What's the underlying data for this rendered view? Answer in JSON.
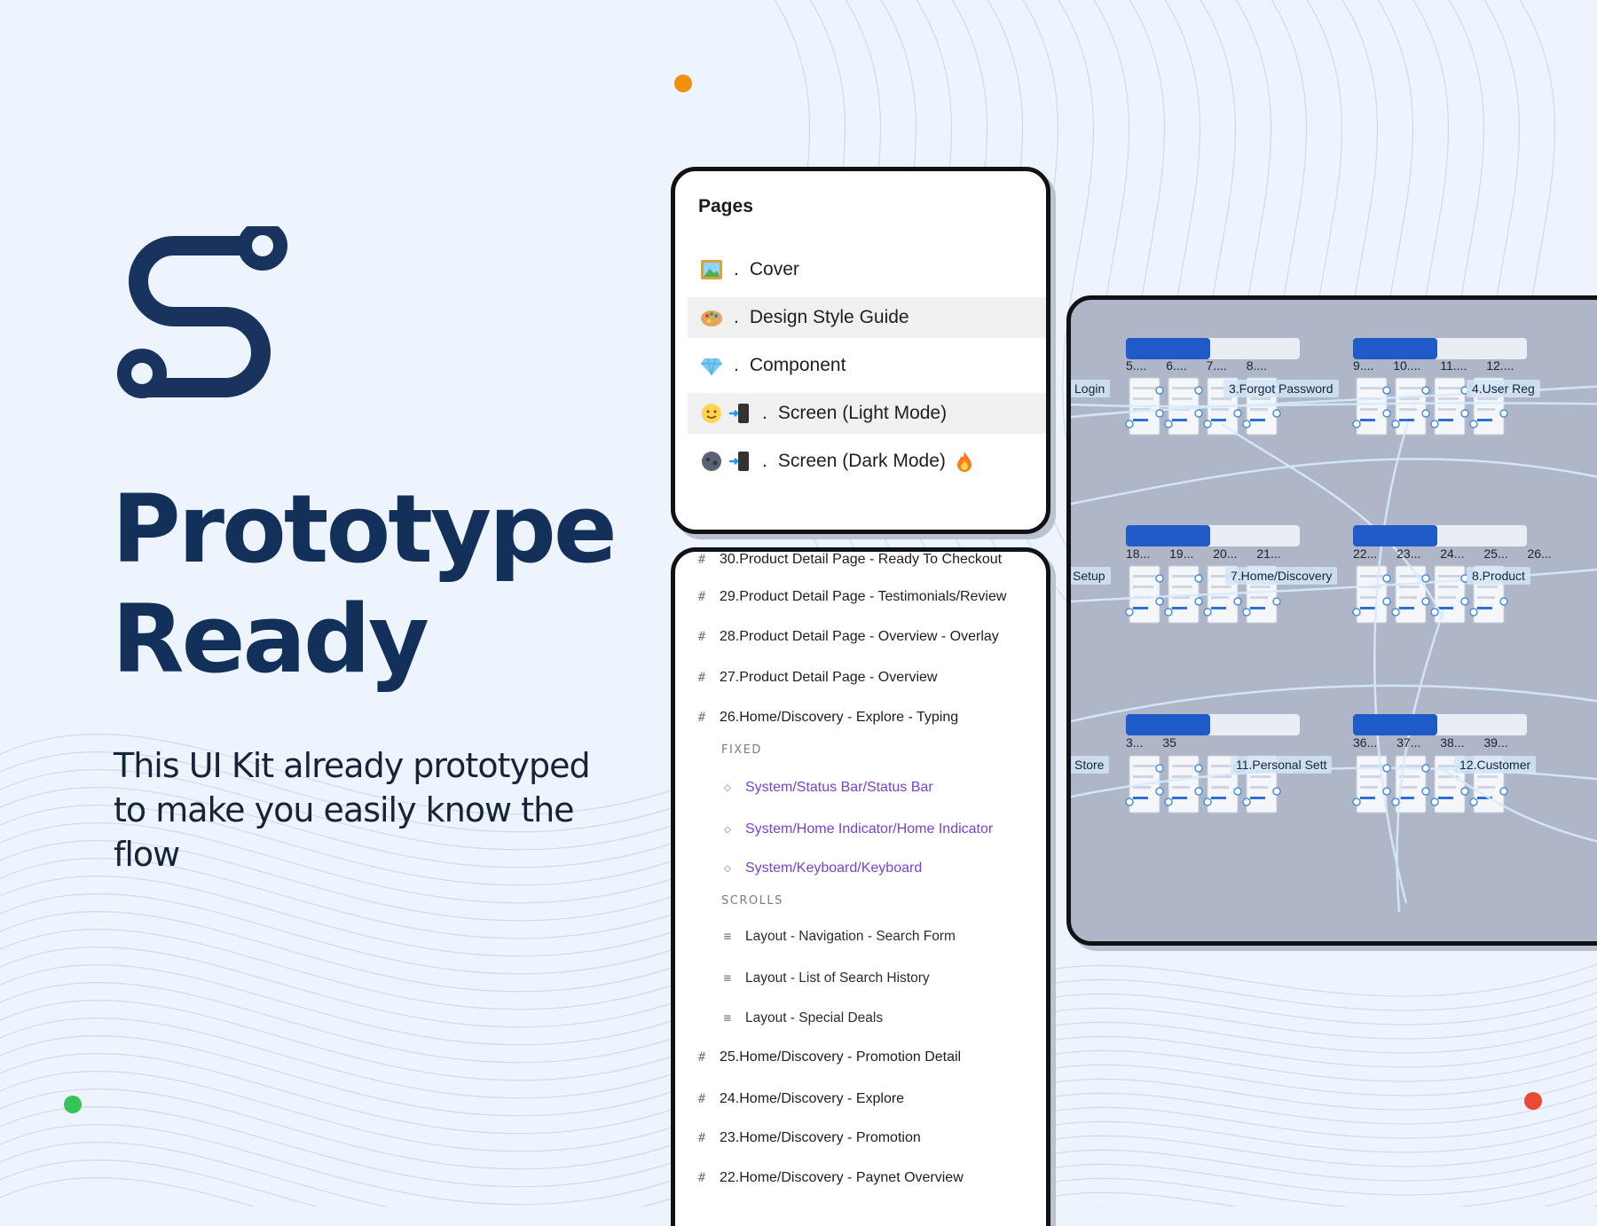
{
  "colors": {
    "background": "#eef4fb",
    "headline": "#13305a",
    "logo": "#18345e",
    "dot_orange": "#f1900f",
    "dot_green": "#37c25a",
    "dot_red": "#ea4a33",
    "component_text": "#7b3fd3",
    "canvas_bg": "#aeb6c7",
    "flow_line": "#d7ebff"
  },
  "logo": {
    "icon": "flow-path-icon"
  },
  "hero": {
    "title_line1": "Prototype",
    "title_line2": "Ready",
    "subtitle": "This UI Kit already prototyped to make you easily know the flow"
  },
  "pages_panel": {
    "title": "Pages",
    "items": [
      {
        "emoji": "framed-picture-icon",
        "label": "Cover",
        "selected": false
      },
      {
        "emoji": "artist-palette-icon",
        "label": "Design Style Guide",
        "selected": true
      },
      {
        "emoji": "gem-icon",
        "label": "Component",
        "selected": false
      },
      {
        "emoji": "sun-face-phone-icon",
        "label": "Screen (Light Mode)",
        "selected": true
      },
      {
        "emoji": "moon-face-phone-icon",
        "label": "Screen (Dark Mode)",
        "suffix_emoji": "fire-icon",
        "selected": false
      }
    ]
  },
  "layers_panel": {
    "frames_top": [
      "30.Product Detail Page - Ready To Checkout",
      "29.Product Detail Page - Testimonials/Review",
      "28.Product Detail Page - Overview - Overlay",
      "27.Product Detail Page - Overview",
      "26.Home/Discovery - Explore - Typing"
    ],
    "fixed_label": "FIXED",
    "fixed_items": [
      "System/Status Bar/Status Bar",
      "System/Home Indicator/Home Indicator",
      "System/Keyboard/Keyboard"
    ],
    "scrolls_label": "SCROLLS",
    "scroll_items": [
      "Layout - Navigation - Search Form",
      "Layout - List of Search History",
      "Layout - Special Deals"
    ],
    "frames_bottom": [
      "25.Home/Discovery - Promotion Detail",
      "24.Home/Discovery - Explore",
      "23.Home/Discovery - Promotion",
      "22.Home/Discovery - Paynet Overview"
    ]
  },
  "canvas": {
    "row1": {
      "left_label": "Login",
      "nums_a": "5.... 6.... 7.... 8....",
      "mid_label": "3.Forgot Password",
      "nums_b": "9.... 10.... 11.... 12....",
      "right_label": "4.User Reg"
    },
    "row2": {
      "left_label": "Setup",
      "nums_a": "18... 19... 20... 21...",
      "mid_label": "7.Home/Discovery",
      "nums_b": "22... 23... 24... 25... 26...",
      "right_label": "8.Product"
    },
    "row3": {
      "left_label": "Store",
      "nums_a": "3... 35",
      "mid_label": "11.Personal Sett",
      "nums_b": "36... 37... 38... 39...",
      "right_label": "12.Customer"
    }
  }
}
